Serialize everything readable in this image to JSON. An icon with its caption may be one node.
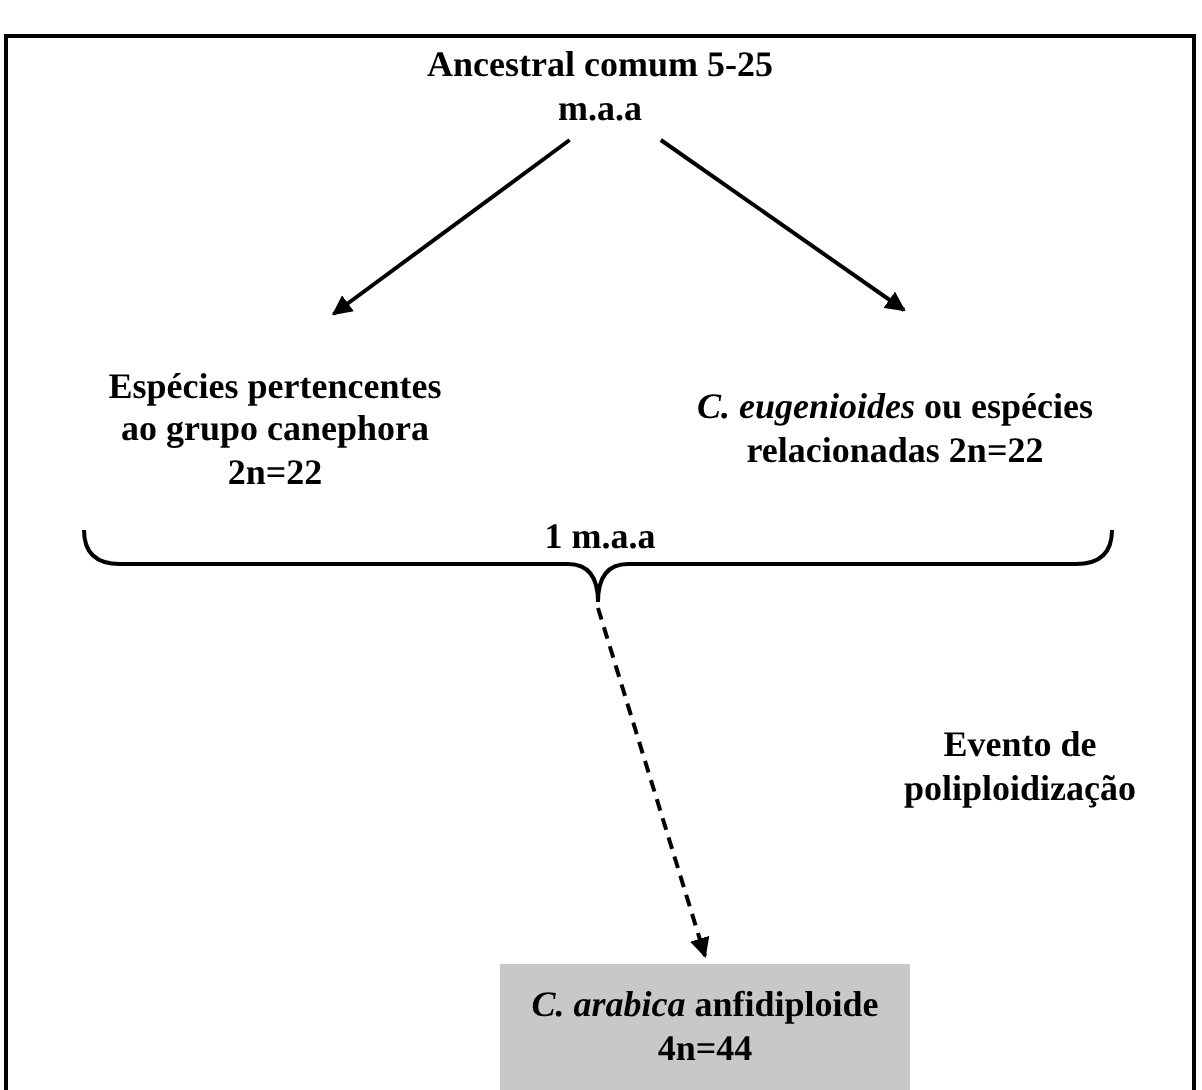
{
  "diagram": {
    "nodes": [
      {
        "text": [
          "Ancestral comum 5-25 m.a.a"
        ]
      },
      {
        "text": [
          "Espécies pertencentes ao grupo canephora 2n=22"
        ]
      },
      {
        "text": [
          "*C. eugenioides* ou espécies relacionadas 2n=22"
        ]
      },
      {
        "text": [],
        "shape": "brace"
      },
      {
        "text": [
          "*C. arabica* anfidiploide 4n=44"
        ]
      }
    ],
    "edges": [
      {
        "from": 0,
        "to": 1,
        "arrow": "to"
      },
      {
        "from": 0,
        "to": 2,
        "arrow": "to"
      },
      {
        "from": 3,
        "to": 4,
        "arrow": "to",
        "style": "dashed"
      }
    ],
    "labels": [
      "1 m.a.a",
      "Evento de poliploidização"
    ]
  }
}
